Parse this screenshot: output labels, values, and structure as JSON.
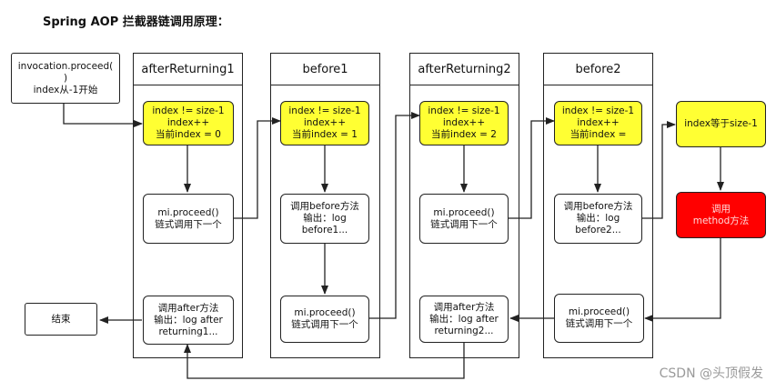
{
  "title": "Spring AOP 拦截器链调用原理：",
  "watermark": "CSDN @头顶假发",
  "start_box": "invocation.proceed(\n)\nindex从-1开始",
  "end_box": "结束",
  "columns": [
    {
      "header": "afterReturning1",
      "check": "index != size-1\nindex++\n当前index = 0",
      "middle": "mi.proceed()\n链式调用下一个",
      "bottom": "调用after方法\n输出：log after\nreturning1..."
    },
    {
      "header": "before1",
      "check": "index != size-1\nindex++\n当前index = 1",
      "middle": "调用before方法\n输出：log\nbefore1...",
      "bottom": "mi.proceed()\n链式调用下一个"
    },
    {
      "header": "afterReturning2",
      "check": "index != size-1\nindex++\n当前index = 2",
      "middle": "mi.proceed()\n链式调用下一个",
      "bottom": "调用after方法\n输出：log after\nreturning2..."
    },
    {
      "header": "before2",
      "check": "index != size-1\nindex++\n当前index =",
      "middle": "调用before方法\n输出：log\nbefore2...",
      "bottom": "mi.proceed()\n链式调用下一个"
    }
  ],
  "final_check": "index等于size-1",
  "method_box": "调用\nmethod方法",
  "colors": {
    "check": "#ffff33",
    "method": "#ff0000",
    "method_text": "#ffd9d9"
  }
}
